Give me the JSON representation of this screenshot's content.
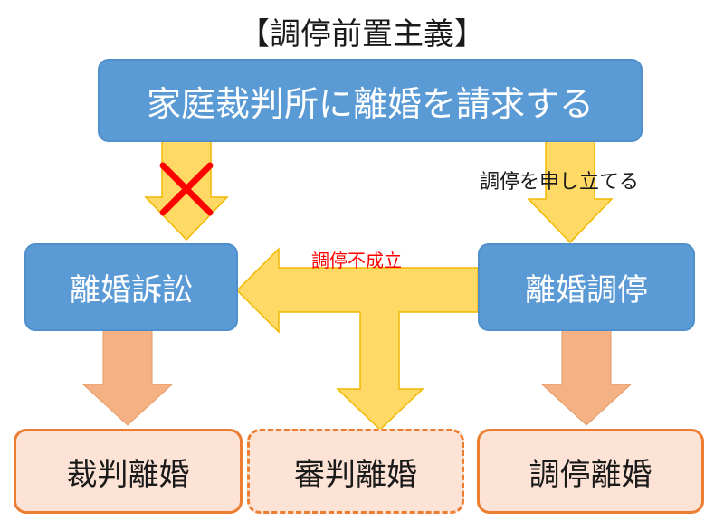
{
  "title": "【調停前置主義】",
  "nodes": {
    "request": "家庭裁判所に離婚を請求する",
    "lawsuit": "離婚訴訟",
    "mediation": "離婚調停",
    "judicial_divorce": "裁判離婚",
    "trial_divorce": "審判離婚",
    "mediation_divorce": "調停離婚"
  },
  "labels": {
    "file_mediation": "調停を申し立てる",
    "mediation_failed": "調停不成立"
  },
  "icons": {
    "blocked": "cross-mark-icon"
  },
  "colors": {
    "box_blue": "#5b9bd5",
    "box_orange_fill": "#fde3d5",
    "box_orange_border": "#ed7d31",
    "arrow_yellow": "#ffd966",
    "arrow_yellow_border": "#f2b800",
    "arrow_orange": "#f4b183",
    "cross_red": "#ff0000",
    "label_red": "#ff0000"
  }
}
